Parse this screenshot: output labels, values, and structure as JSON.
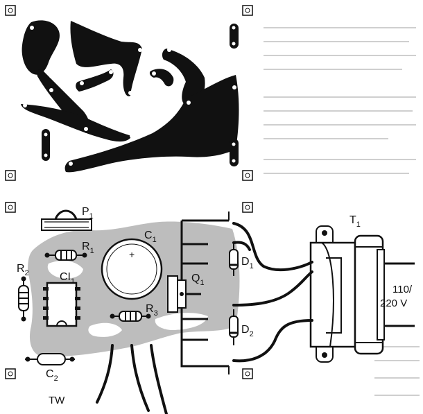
{
  "figure": {
    "top_panel": "pcb-copper-layout",
    "bottom_panel": "component-placement"
  },
  "labels": {
    "p1": {
      "main": "P",
      "sub": "1"
    },
    "r1": {
      "main": "R",
      "sub": "1"
    },
    "r2": {
      "main": "R",
      "sub": "2"
    },
    "r3": {
      "main": "R",
      "sub": "3"
    },
    "c1": {
      "main": "C",
      "sub": "1"
    },
    "c2": {
      "main": "C",
      "sub": "2"
    },
    "ci1": {
      "main": "CI",
      "sub": "1"
    },
    "q1": {
      "main": "Q",
      "sub": "1"
    },
    "d1": {
      "main": "D",
      "sub": "1"
    },
    "d2": {
      "main": "D",
      "sub": "2"
    },
    "t1": {
      "main": "T",
      "sub": "1"
    },
    "mains_line1": "110/",
    "mains_line2": "220 V",
    "tw": "TW"
  },
  "colors": {
    "ink": "#111111",
    "copper_shadow": "#bdbdbd",
    "paper": "#ffffff"
  }
}
